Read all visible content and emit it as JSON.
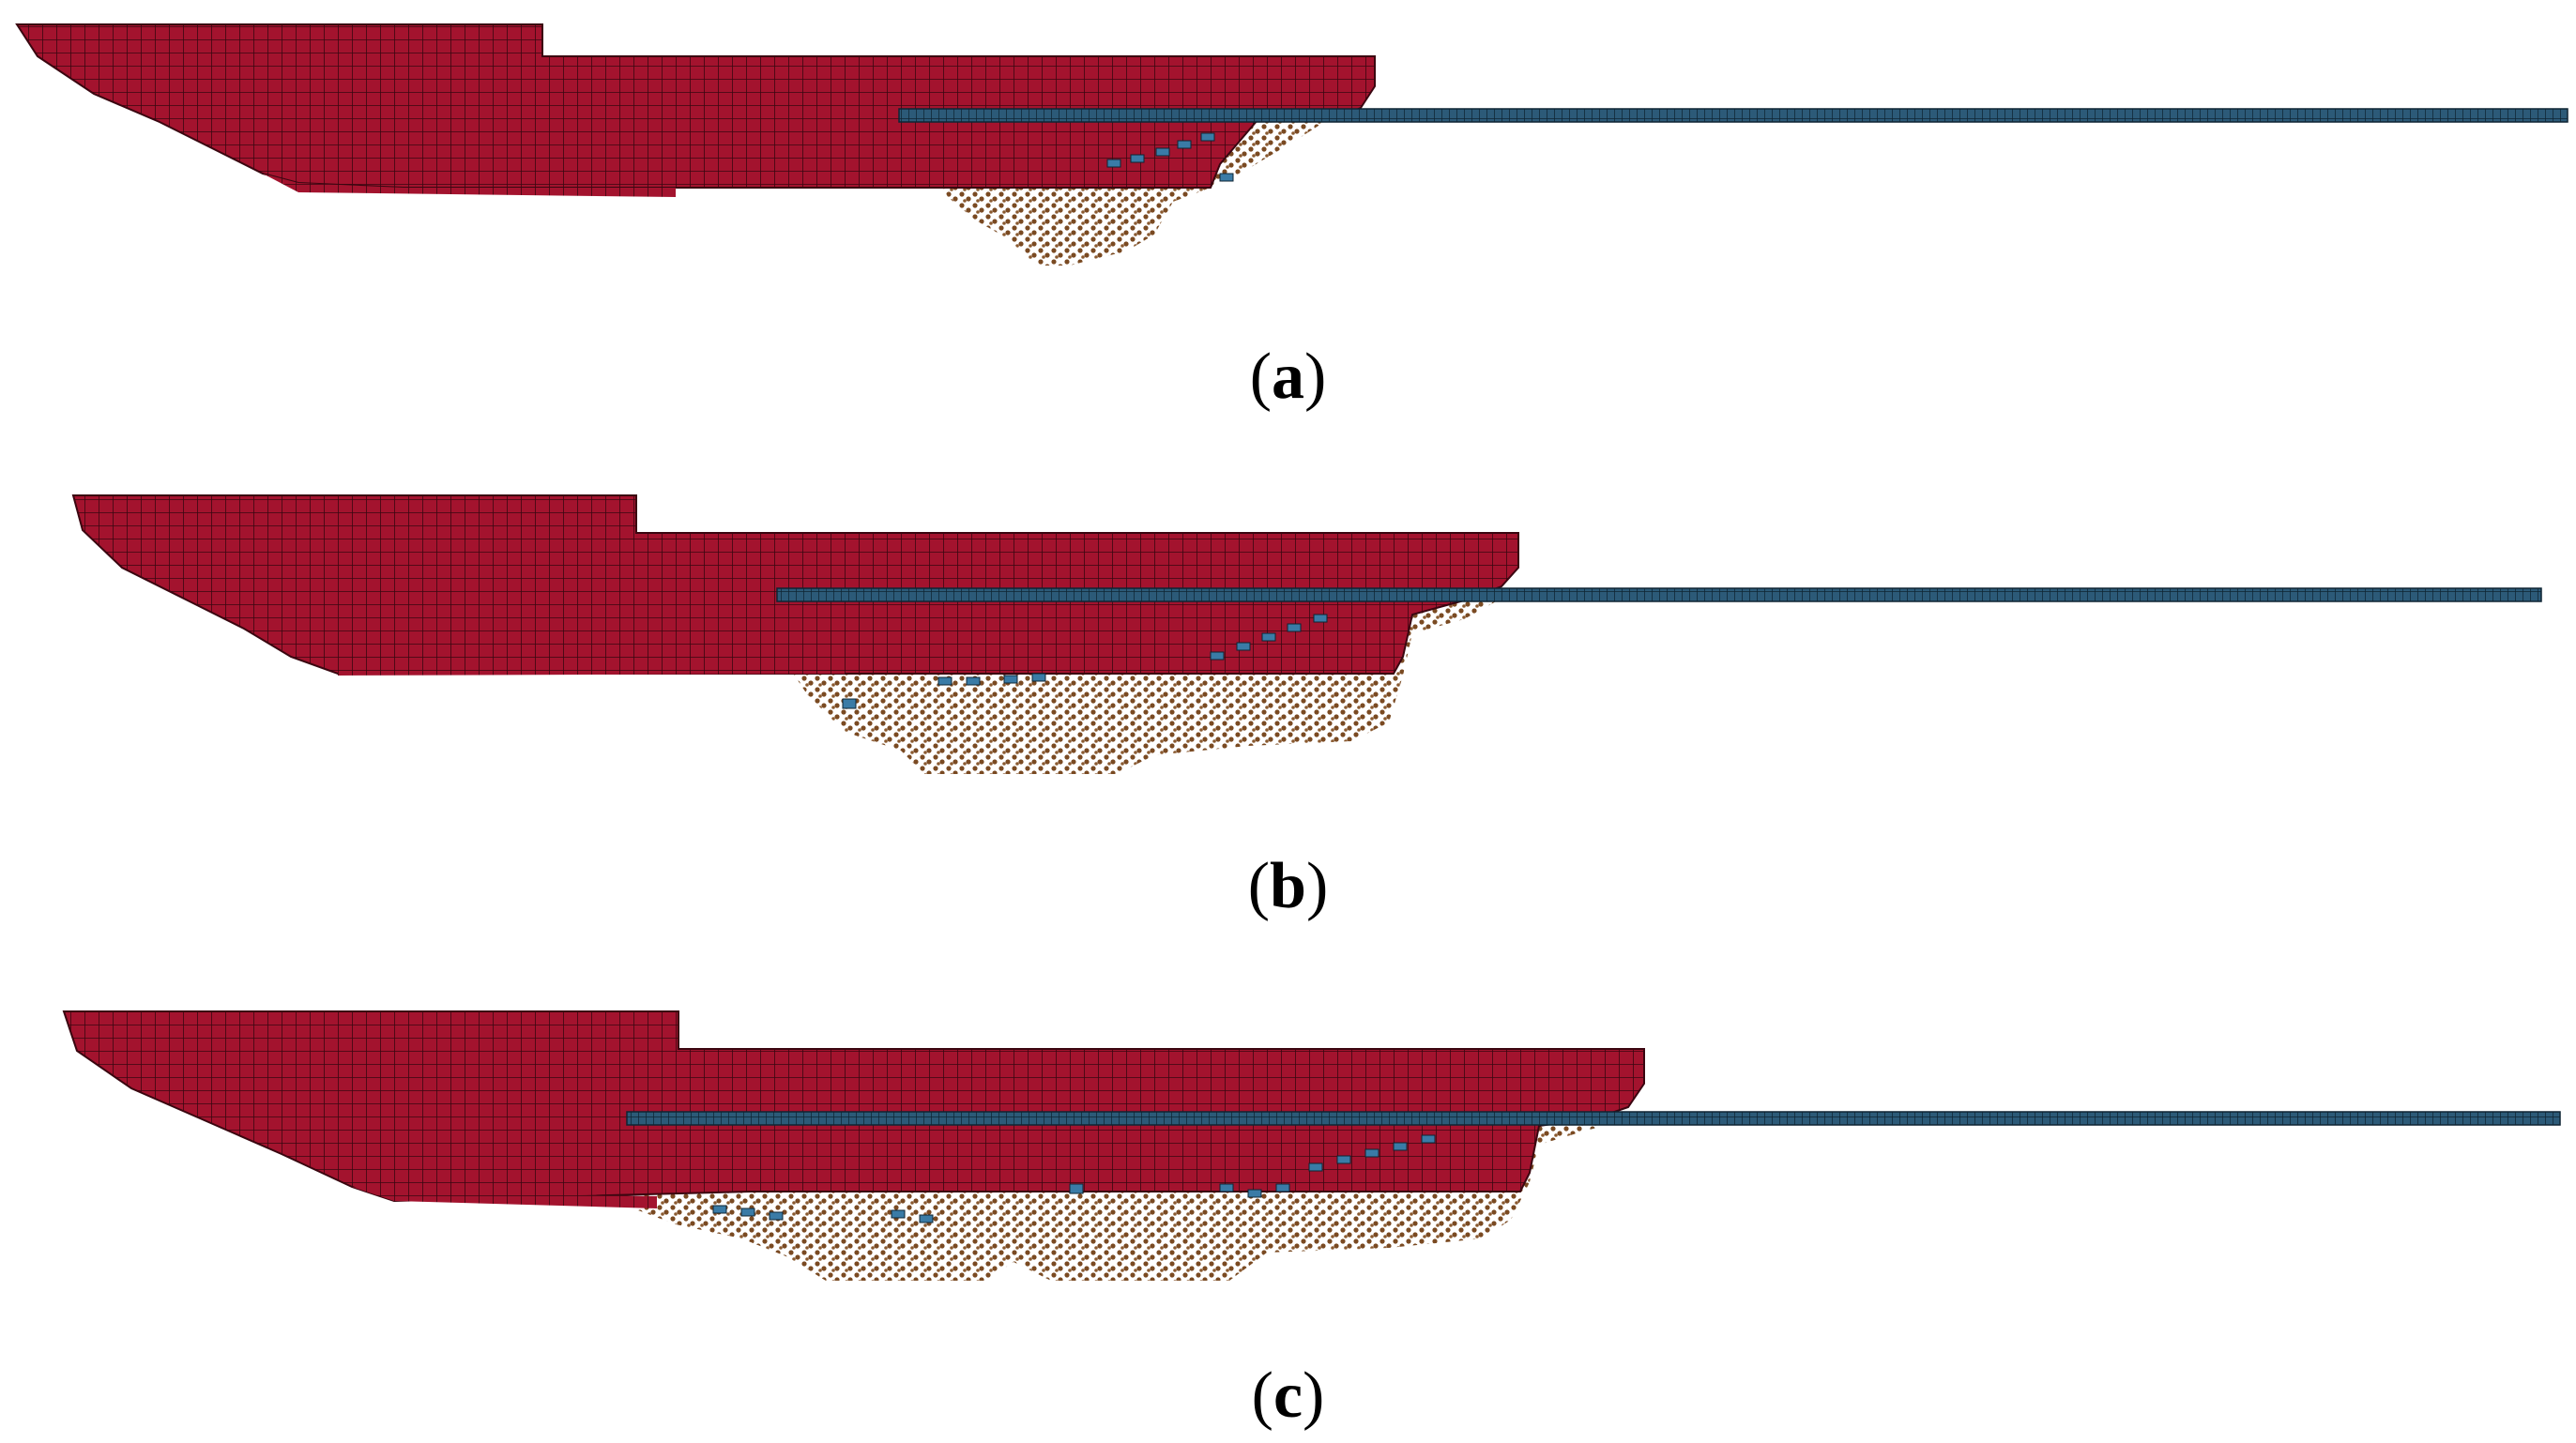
{
  "figure": {
    "panels": [
      {
        "id": "a",
        "label_open": "(",
        "label_letter": "a",
        "label_close": ")"
      },
      {
        "id": "b",
        "label_open": "(",
        "label_letter": "b",
        "label_close": ")"
      },
      {
        "id": "c",
        "label_open": "(",
        "label_letter": "c",
        "label_close": ")"
      }
    ],
    "colors": {
      "hull": "#a3132e",
      "hull_mesh_line": "#3a0610",
      "ice_plate": "#2c5a78",
      "ice_plate_mesh": "#0f2433",
      "broken_ice_particles": "#7a4a22",
      "ice_fragments": "#3a7ba6",
      "background": "#ffffff",
      "label_text": "#000000"
    },
    "icons": [
      "ship-hull",
      "level-ice-sheet",
      "broken-ice-particles"
    ]
  }
}
